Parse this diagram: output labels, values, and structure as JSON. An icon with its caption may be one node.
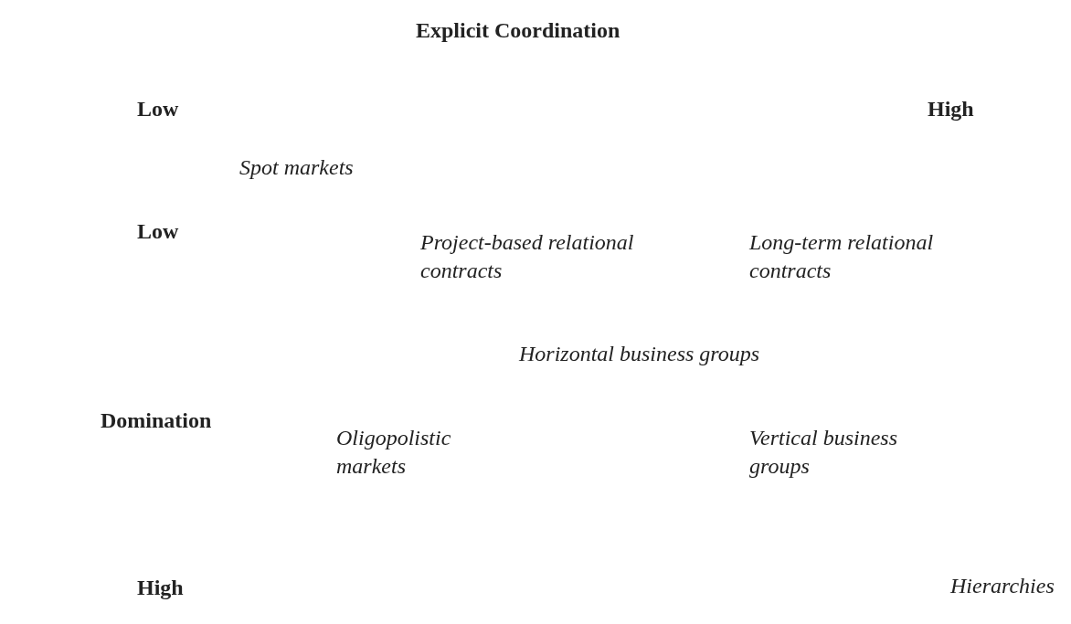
{
  "diagram": {
    "labels": [
      "Explicit Coordination",
      "Low",
      "High",
      "Spot markets",
      "Low",
      "Project-based relational contracts",
      "Long-term relational contracts",
      "Horizontal business groups",
      "Domination",
      "Oligopolistic markets",
      "Vertical business groups",
      "High",
      "Hierarchies"
    ]
  }
}
